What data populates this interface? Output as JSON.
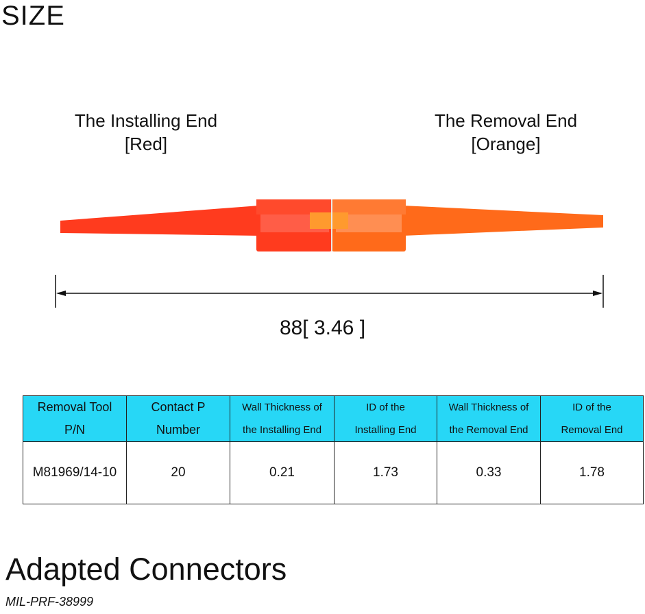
{
  "title": "SIZE",
  "installing_end": {
    "line1": "The Installing End",
    "line2": "[Red]",
    "color": "#ff3b1e"
  },
  "removal_end": {
    "line1": "The Removal End",
    "line2": "[Orange]",
    "color": "#ff6a1a"
  },
  "dimension": "88[ 3.46 ]",
  "table": {
    "header_color": "#27d7f6",
    "headers": [
      [
        "Removal Tool",
        "P/N"
      ],
      [
        "Contact P",
        "Number"
      ],
      [
        "Wall Thickness of",
        "the Installing End"
      ],
      [
        "ID of the",
        "Installing End"
      ],
      [
        "Wall Thickness of",
        "the Removal End"
      ],
      [
        "ID of the",
        "Removal End"
      ]
    ],
    "row": [
      "M81969/14-10",
      "20",
      "0.21",
      "1.73",
      "0.33",
      "1.78"
    ]
  },
  "heading": "Adapted Connectors",
  "subheading": "MIL-PRF-38999"
}
